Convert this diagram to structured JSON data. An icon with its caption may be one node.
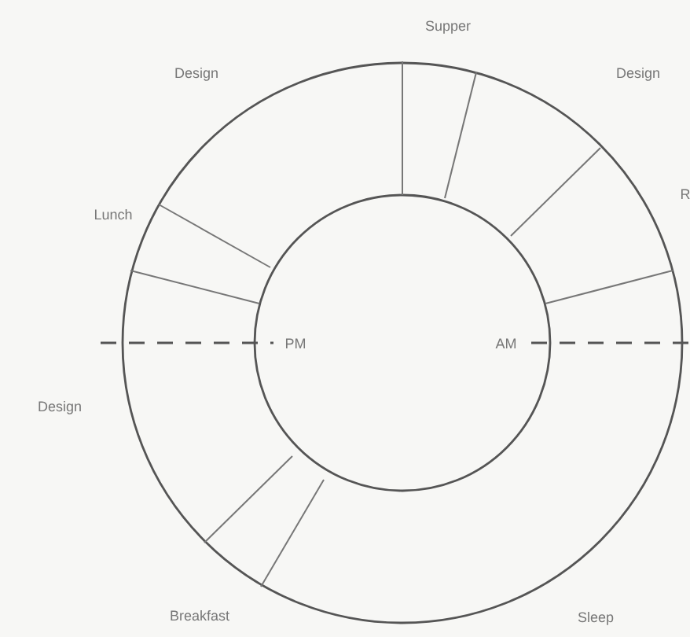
{
  "diagram": {
    "labels": [
      "Supper",
      "Design",
      "Design",
      "R",
      "Lunch",
      "PM",
      "AM",
      "Design",
      "Breakfast",
      "Sleep"
    ]
  }
}
